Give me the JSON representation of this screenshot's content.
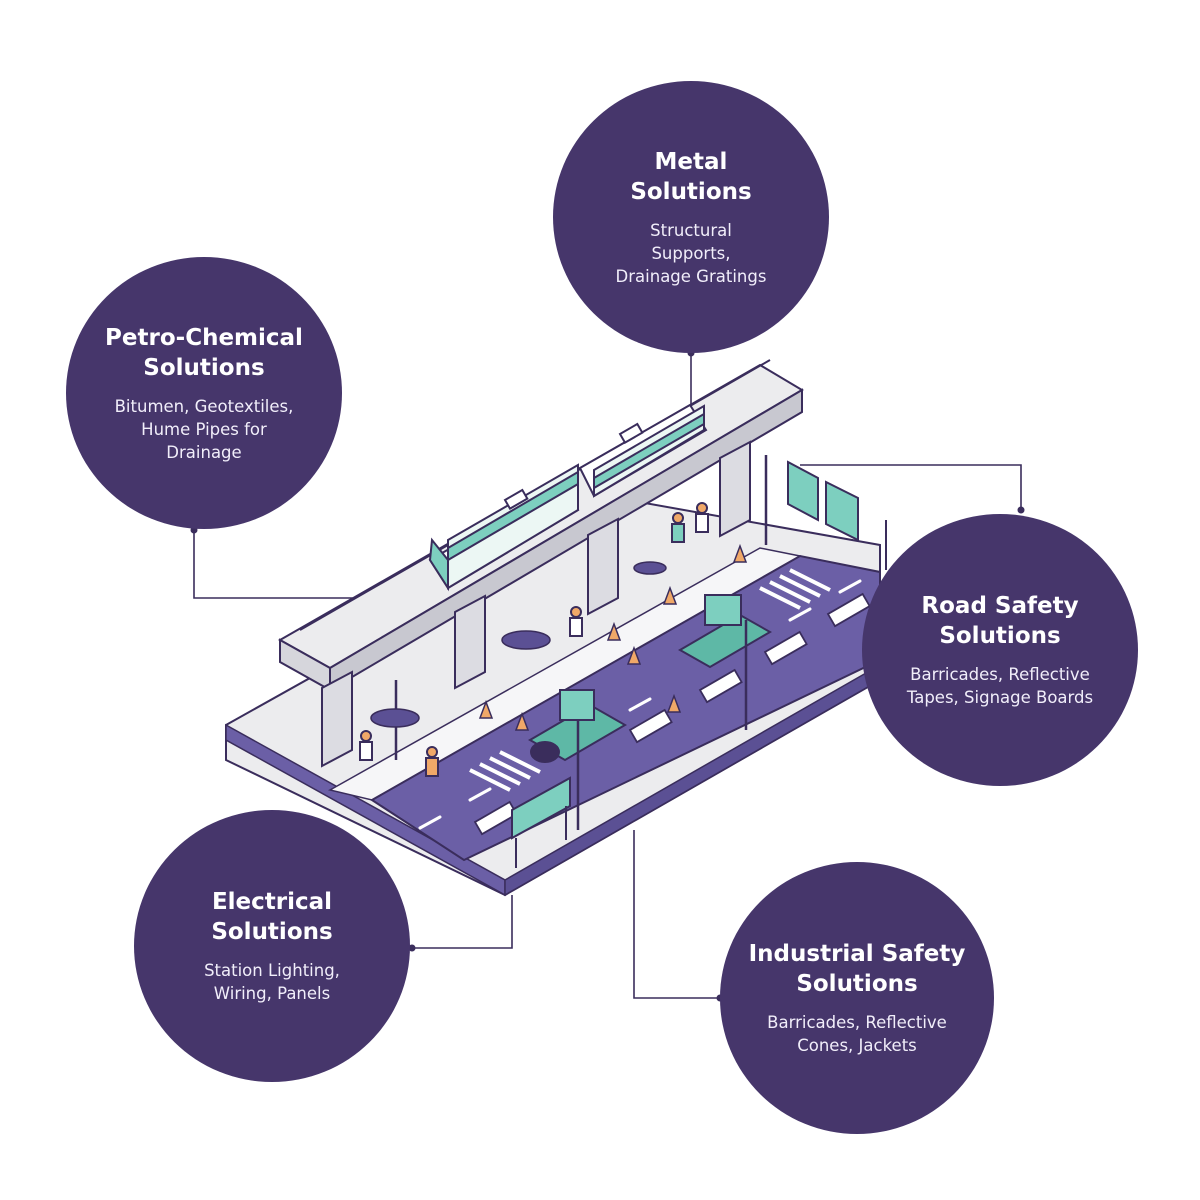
{
  "colors": {
    "bubble": "#46366b",
    "road": "#6b5fa6",
    "deck": "#ececee",
    "outline": "#3a2d5c",
    "train": "#7dcfbf",
    "cone": "#f0a868",
    "sign": "#7dcfbf"
  },
  "illustration": {
    "subject": "elevated metro rail over road construction",
    "icons": [
      "metro-train-icon",
      "road-roller-icon",
      "worker-icon",
      "traffic-cone-icon",
      "barricade-icon",
      "signage-board-icon",
      "street-light-icon"
    ]
  },
  "bubbles": {
    "metal": {
      "title": [
        "Metal",
        "Solutions"
      ],
      "desc": [
        "Structural",
        "Supports,",
        "Drainage Gratings"
      ]
    },
    "petro": {
      "title": [
        "Petro-Chemical",
        "Solutions"
      ],
      "desc": [
        "Bitumen, Geotextiles,",
        "Hume Pipes for",
        "Drainage"
      ]
    },
    "road": {
      "title": [
        "Road Safety",
        "Solutions"
      ],
      "desc": [
        "Barricades, Reflective",
        "Tapes, Signage Boards"
      ]
    },
    "electrical": {
      "title": [
        "Electrical",
        "Solutions"
      ],
      "desc": [
        "Station Lighting,",
        "Wiring, Panels"
      ]
    },
    "industrial": {
      "title": [
        "Industrial Safety",
        "Solutions"
      ],
      "desc": [
        "Barricades, Reflective",
        "Cones, Jackets"
      ]
    }
  }
}
